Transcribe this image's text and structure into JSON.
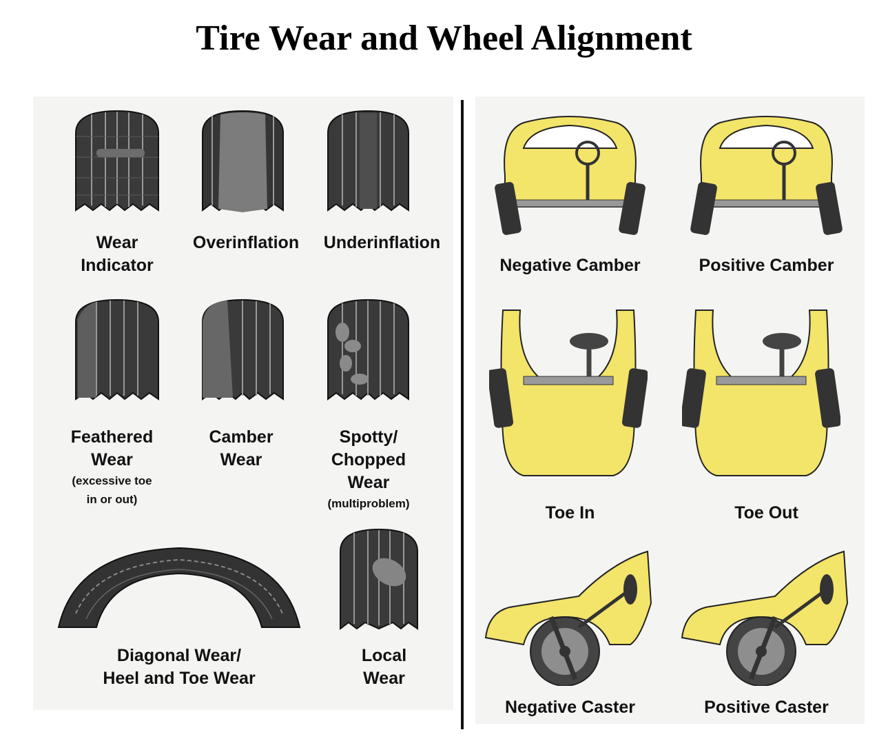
{
  "title": "Tire Wear and Wheel Alignment",
  "colors": {
    "car_yellow": "#f3e46a",
    "tire_dark": "#2e2e2e",
    "divider": "#111111"
  },
  "tire_wear": [
    {
      "id": "wear-indicator",
      "lines": [
        "Wear",
        "Indicator"
      ]
    },
    {
      "id": "overinflation",
      "lines": [
        "Overinflation"
      ]
    },
    {
      "id": "underinflation",
      "lines": [
        "Underinflation"
      ]
    },
    {
      "id": "feathered-wear",
      "lines": [
        "Feathered",
        "Wear"
      ],
      "note": [
        "(excessive toe",
        "in or out)"
      ]
    },
    {
      "id": "camber-wear",
      "lines": [
        "Camber",
        "Wear"
      ]
    },
    {
      "id": "spotty-wear",
      "lines": [
        "Spotty/",
        "Chopped",
        "Wear"
      ],
      "note": [
        "(multiproblem)"
      ]
    },
    {
      "id": "diagonal-wear",
      "lines": [
        "Diagonal Wear/",
        "Heel and Toe Wear"
      ]
    },
    {
      "id": "local-wear",
      "lines": [
        "Local",
        "Wear"
      ]
    }
  ],
  "alignment": [
    {
      "id": "negative-camber",
      "lines": [
        "Negative Camber"
      ]
    },
    {
      "id": "positive-camber",
      "lines": [
        "Positive Camber"
      ]
    },
    {
      "id": "toe-in",
      "lines": [
        "Toe In"
      ]
    },
    {
      "id": "toe-out",
      "lines": [
        "Toe Out"
      ]
    },
    {
      "id": "negative-caster",
      "lines": [
        "Negative Caster"
      ]
    },
    {
      "id": "positive-caster",
      "lines": [
        "Positive Caster"
      ]
    }
  ]
}
